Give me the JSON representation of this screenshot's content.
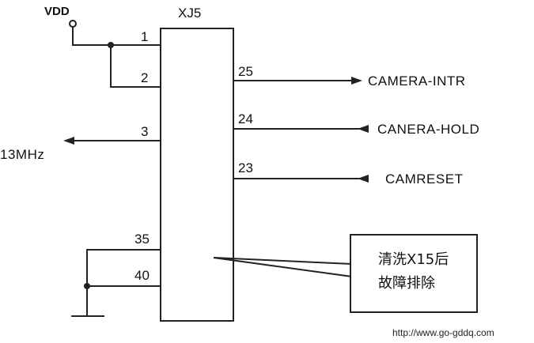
{
  "vdd_label": "VDD",
  "chip_label": "XJ5",
  "pins": {
    "p1": "1",
    "p2": "2",
    "p3": "3",
    "p35": "35",
    "p40": "40",
    "p25": "25",
    "p24": "24",
    "p23": "23"
  },
  "signals": {
    "camera_intr": "CAMERA-INTR",
    "camera_hold": "CANERA-HOLD",
    "camreset": "CAMRESET",
    "clock": "13MHz"
  },
  "callout": {
    "line1": "清洗X15后",
    "line2": "故障排除"
  },
  "watermark": "http://www.go-gddq.com"
}
